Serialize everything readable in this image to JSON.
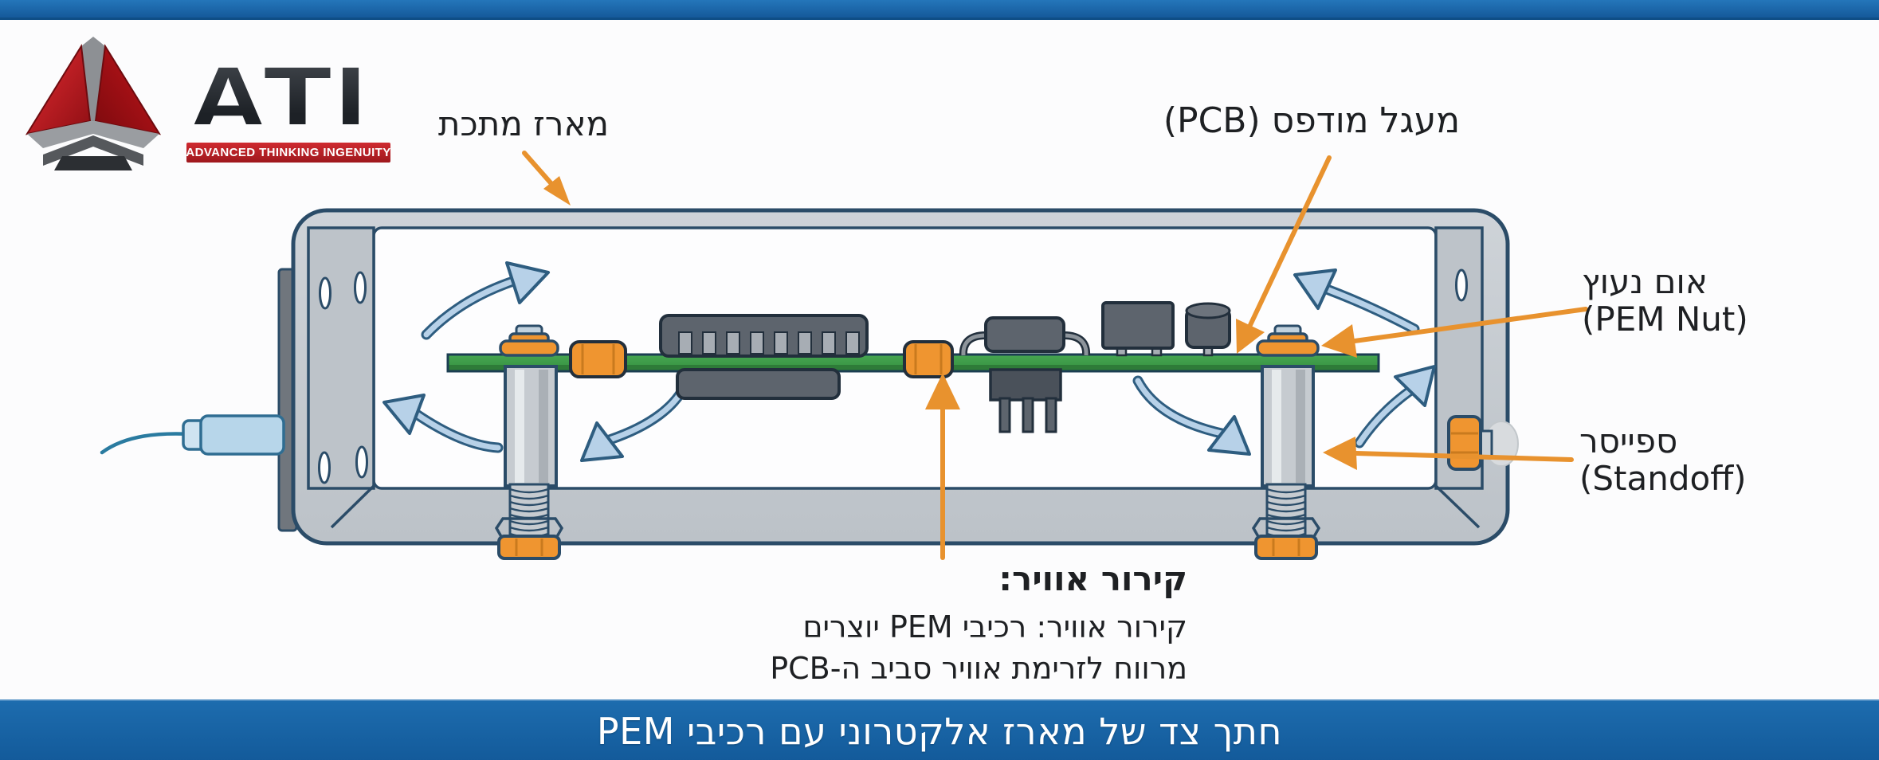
{
  "logo": {
    "name": "ATI",
    "tagline": "ADVANCED THINKING INGENUITY"
  },
  "labels": {
    "enclosure": "מארז מתכת",
    "pcb": "מעגל מודפס (PCB)",
    "pem_nut_he": "אום נעוץ",
    "pem_nut_en": "(PEM Nut)",
    "standoff_he": "ספייסר",
    "standoff_en": "(Standoff)",
    "cooling_title": "קירור אוויר:",
    "cooling_line1": "קירור אוויר: רכיבי PEM יוצרים",
    "cooling_line2": "מרווח לזרימת אוויר סביב ה-PCB"
  },
  "caption": "חתך צד של מארז אלקטרוני עם רכיבי PEM",
  "colors": {
    "bar_blue": "#1A67AA",
    "accent_orange": "#E8922E",
    "nut_orange": "#EF9530",
    "airflow_blue": "#B7D1E8",
    "airflow_outline": "#2E5D80",
    "pcb_green": "#3F9D49",
    "enclosure_gray": "#C9CED3",
    "outline_navy": "#2B4C68"
  }
}
